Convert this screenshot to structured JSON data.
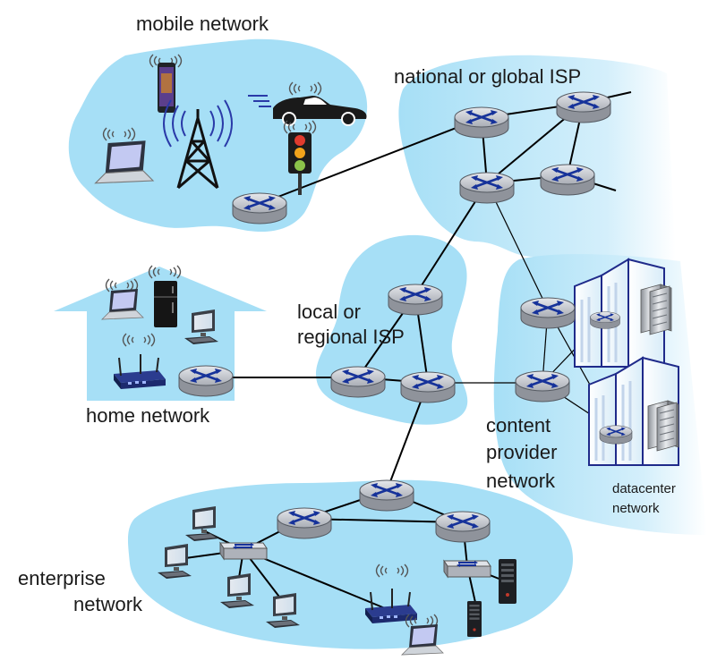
{
  "labels": {
    "mobile": "mobile network",
    "national": "national or global ISP",
    "local_line1": "local or",
    "local_line2": "regional ISP",
    "home": "home network",
    "content_line1": "content",
    "content_line2": "provider",
    "content_line3": "network",
    "datacenter_line1": "datacenter",
    "datacenter_line2": "network",
    "enterprise_line1": "enterprise",
    "enterprise_line2": "network"
  },
  "icons": {
    "router": "router-icon",
    "switch": "switch-icon",
    "pc": "desktop-computer-icon",
    "laptop": "laptop-icon",
    "phone": "smartphone-icon",
    "car": "car-icon",
    "tower": "cell-tower-icon",
    "traffic_light": "traffic-light-icon",
    "fridge": "refrigerator-icon",
    "wifi_ap": "wireless-access-point-icon",
    "server": "server-icon",
    "datacenter": "datacenter-building-icon"
  },
  "colors": {
    "region_fill": "#a6dff6",
    "router_body": "#b8bcc4",
    "router_arrows": "#16329a",
    "link": "#000000"
  }
}
